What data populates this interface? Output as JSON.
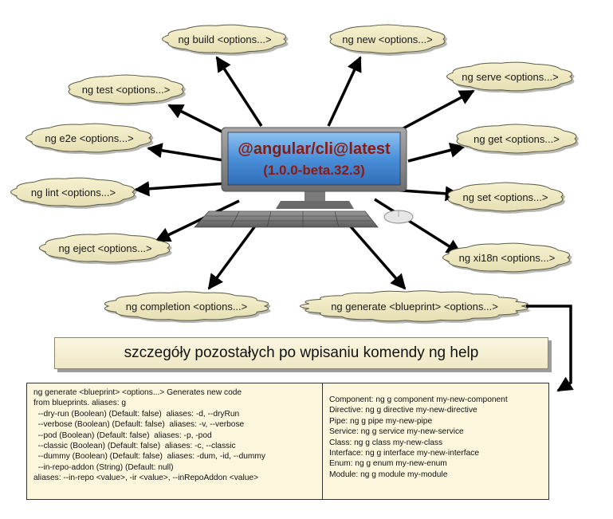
{
  "screen": {
    "title": "@angular/cli@latest",
    "version": "(1.0.0-beta.32.3)"
  },
  "commands": {
    "build": "ng build <options...>",
    "new": "ng new <options...>",
    "test": "ng test <options...>",
    "serve": "ng serve <options...>",
    "e2e": "ng e2e <options...>",
    "get": "ng get <options...>",
    "lint": "ng lint <options...>",
    "set": "ng set <options...>",
    "eject": "ng eject <options...>",
    "xi18n": "ng xi18n <options...>",
    "completion": "ng completion <options...>",
    "generate": "ng generate <blueprint> <options...>"
  },
  "banner": "szczegóły pozostałych po wpisaniu komendy ng help",
  "details": {
    "left_lines": [
      "ng generate <blueprint> <options...> Generates new code",
      "from blueprints. aliases: g",
      "  --dry-run (Boolean) (Default: false)  aliases: -d, --dryRun",
      "  --verbose (Boolean) (Default: false)  aliases: -v, --verbose",
      "  --pod (Boolean) (Default: false)  aliases: -p, -pod",
      "  --classic (Boolean) (Default: false)  aliases: -c, --classic",
      "  --dummy (Boolean) (Default: false)  aliases: -dum, -id, --dummy",
      "  --in-repo-addon (String) (Default: null)",
      "aliases: --in-repo <value>, -ir <value>, --inRepoAddon <value>"
    ],
    "right_lines": [
      "Component: ng g component my-new-component",
      "Directive: ng g directive my-new-directive",
      "Pipe: ng g pipe my-new-pipe",
      "Service: ng g service my-new-service",
      "Class: ng g class my-new-class",
      "Interface: ng g interface my-new-interface",
      "Enum: ng g enum my-new-enum",
      "Module: ng g module my-module"
    ]
  },
  "colors": {
    "cloud_fill": "#f2edc4",
    "cloud_stroke": "#5a5a48",
    "screen_blue": "#4a90d9",
    "screen_text": "#8b1a10",
    "arrow": "#000000"
  }
}
